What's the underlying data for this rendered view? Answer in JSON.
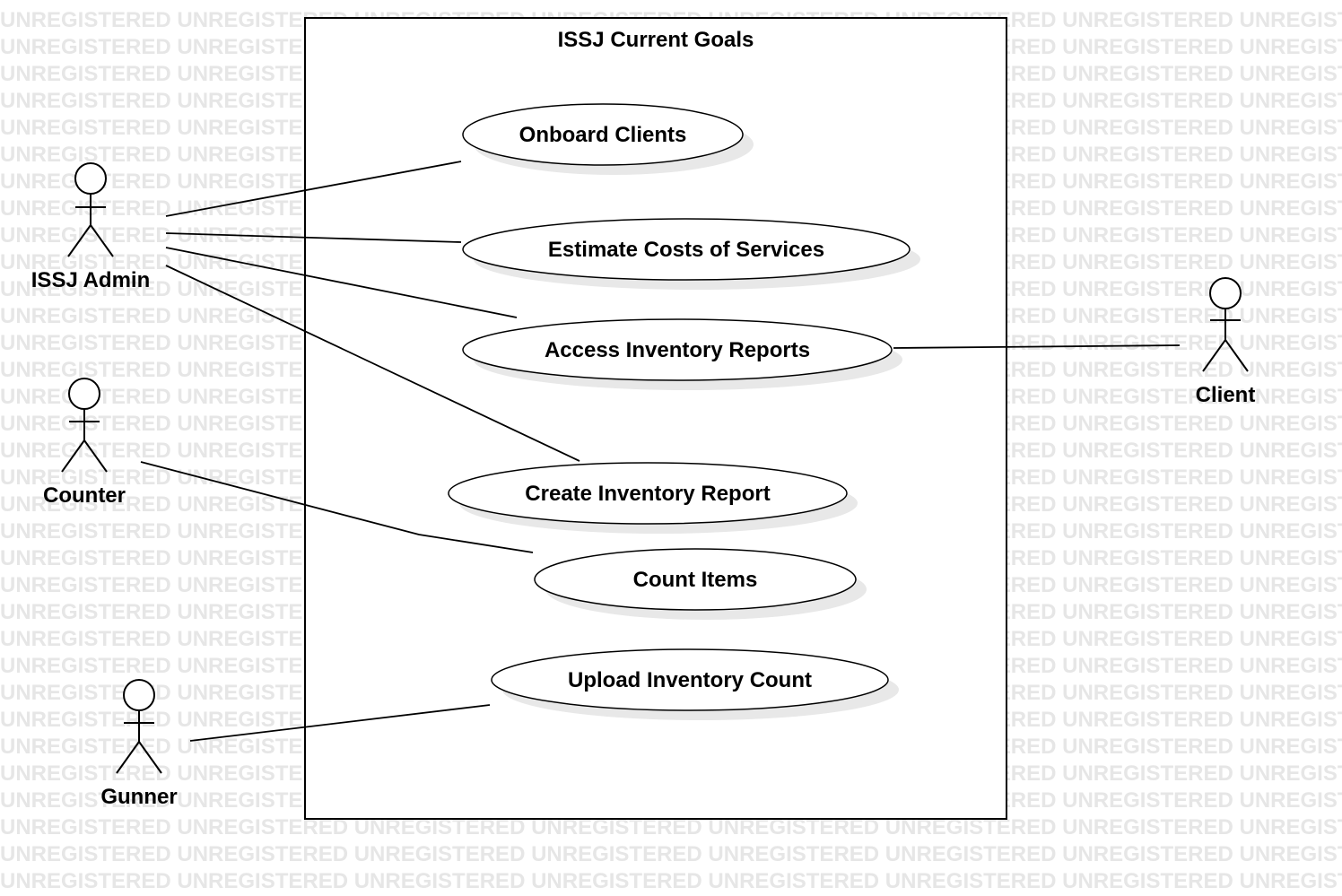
{
  "diagram": {
    "title": "ISSJ Current Goals",
    "watermark": "UNREGISTERED",
    "use_cases": [
      {
        "id": "onboard",
        "label": "Onboard Clients"
      },
      {
        "id": "estimate",
        "label": "Estimate Costs of Services"
      },
      {
        "id": "access",
        "label": "Access Inventory Reports"
      },
      {
        "id": "create",
        "label": "Create Inventory Report"
      },
      {
        "id": "count",
        "label": "Count Items"
      },
      {
        "id": "upload",
        "label": "Upload Inventory Count"
      }
    ],
    "actors": [
      {
        "id": "admin",
        "label": "ISSJ Admin"
      },
      {
        "id": "counter",
        "label": "Counter"
      },
      {
        "id": "gunner",
        "label": "Gunner"
      },
      {
        "id": "client",
        "label": "Client"
      }
    ],
    "associations": [
      {
        "from": "admin",
        "to": "onboard"
      },
      {
        "from": "admin",
        "to": "estimate"
      },
      {
        "from": "admin",
        "to": "access"
      },
      {
        "from": "admin",
        "to": "create"
      },
      {
        "from": "counter",
        "to": "count"
      },
      {
        "from": "gunner",
        "to": "upload"
      },
      {
        "from": "client",
        "to": "access"
      }
    ],
    "colors": {
      "line": "#000000",
      "fill": "#ffffff",
      "shadow": "#e8e8e8",
      "watermark": "#e6e6e6"
    }
  }
}
